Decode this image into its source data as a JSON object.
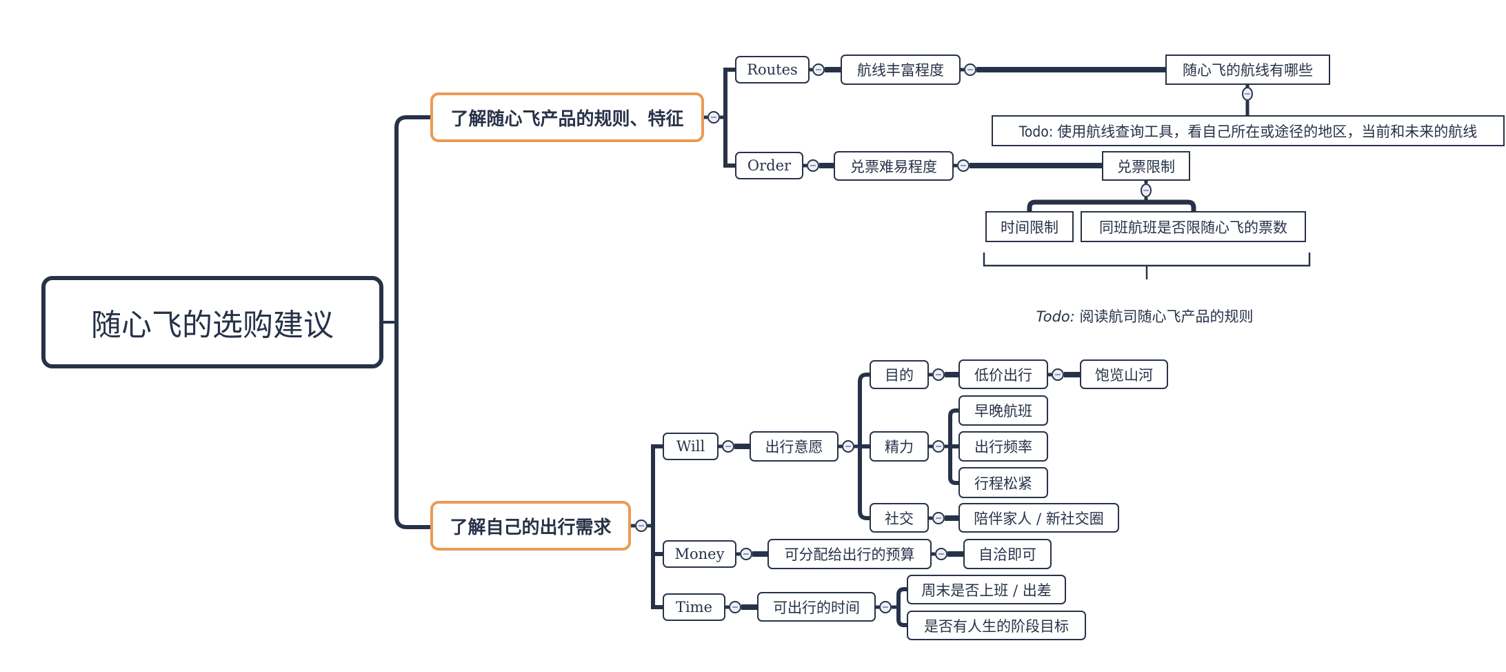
{
  "root": "随心飞的选购建议",
  "branches": {
    "rules": {
      "label": "了解随心飞产品的规则、特征",
      "routes": {
        "label": "Routes",
        "child": "航线丰富程度",
        "grandchild": "随心飞的航线有哪些",
        "todo": "Todo: 使用航线查询工具，看自己所在或途径的地区，当前和未来的航线"
      },
      "order": {
        "label": "Order",
        "child": "兑票难易程度",
        "grandchild": "兑票限制",
        "leaves": [
          "时间限制",
          "同班航班是否限随心飞的票数"
        ]
      },
      "summary_note": {
        "prefix": "Todo:",
        "text": " 阅读航司随心飞产品的规则"
      }
    },
    "needs": {
      "label": "了解自己的出行需求",
      "will": {
        "label": "Will",
        "child": "出行意愿",
        "purpose": {
          "label": "目的",
          "child": "低价出行",
          "grandchild": "饱览山河"
        },
        "energy": {
          "label": "精力",
          "leaves": [
            "早晚航班",
            "出行频率",
            "行程松紧"
          ]
        },
        "social": {
          "label": "社交",
          "child": "陪伴家人 / 新社交圈"
        }
      },
      "money": {
        "label": "Money",
        "child": "可分配给出行的预算",
        "grandchild": "自洽即可"
      },
      "time": {
        "label": "Time",
        "child": "可出行的时间",
        "leaves": [
          "周末是否上班 / 出差",
          "是否有人生的阶段目标"
        ]
      }
    }
  },
  "colors": {
    "line": "#273248",
    "main_border": "#ec9a52",
    "toggle_fill": "#eef0f6"
  }
}
